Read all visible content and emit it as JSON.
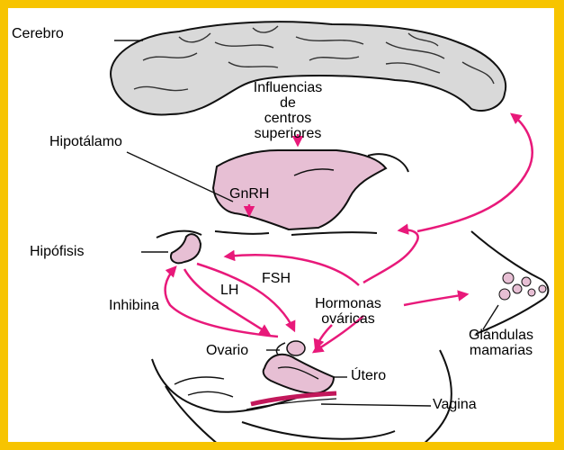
{
  "colors": {
    "frame": "#f7c400",
    "arrow": "#e8197a",
    "brain": "#d9d9d9",
    "tissue": "#e7bfd4",
    "outline": "#111111"
  },
  "labels": {
    "cerebro": "Cerebro",
    "influencias": [
      "Influencias",
      "de",
      "centros",
      "superiores"
    ],
    "hipotalamo": "Hipotálamo",
    "gnrh": "GnRH",
    "hipofisis": "Hipófisis",
    "fsh": "FSH",
    "lh": "LH",
    "inhibina": "Inhibina",
    "hormonas": [
      "Hormonas",
      "ováricas"
    ],
    "glandulas": [
      "Glándulas",
      "mamarias"
    ],
    "ovario": "Ovario",
    "utero": "Útero",
    "vagina": "Vagina"
  }
}
